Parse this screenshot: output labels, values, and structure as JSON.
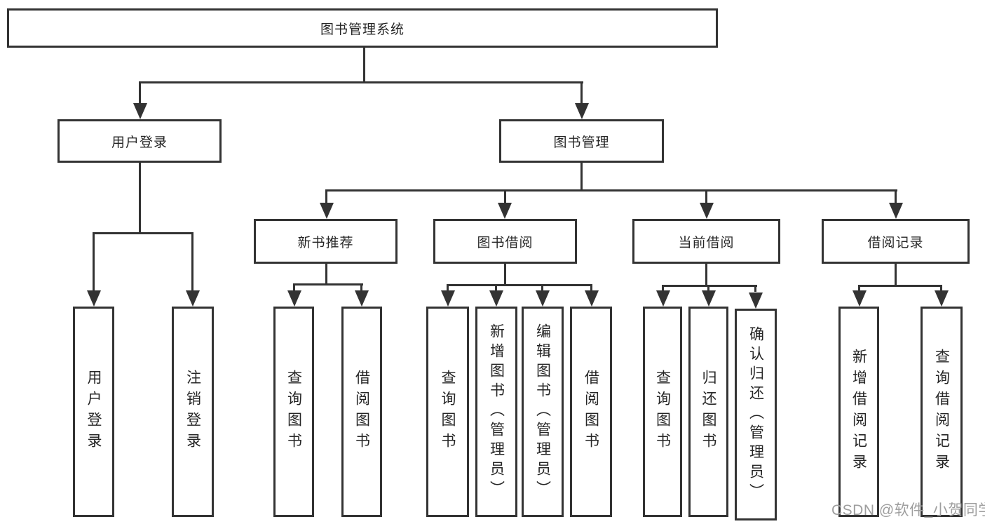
{
  "root": {
    "label": "图书管理系统"
  },
  "level2": {
    "user_login": "用户登录",
    "book_mgmt": "图书管理"
  },
  "level3": {
    "new_book": "新书推荐",
    "book_borrow": "图书借阅",
    "current_borrow": "当前借阅",
    "borrow_record": "借阅记录"
  },
  "leaves": {
    "login": "用户登录",
    "logout": "注销登录",
    "nb_query": "查询图书",
    "nb_borrow": "借阅图书",
    "bb_query": "查询图书",
    "bb_add": "新增图书（管理员）",
    "bb_edit": "编辑图书（管理员）",
    "bb_borrow": "借阅图书",
    "cb_query": "查询图书",
    "cb_return": "归还图书",
    "cb_confirm": "确认归还（管理员）",
    "br_add": "新增借阅记录",
    "br_query": "查询借阅记录"
  },
  "watermark": "CSDN @软件_小贺同学",
  "colors": {
    "line": "#333333",
    "text": "#262626",
    "background": "#ffffff",
    "watermark": "#9e9e9e"
  }
}
